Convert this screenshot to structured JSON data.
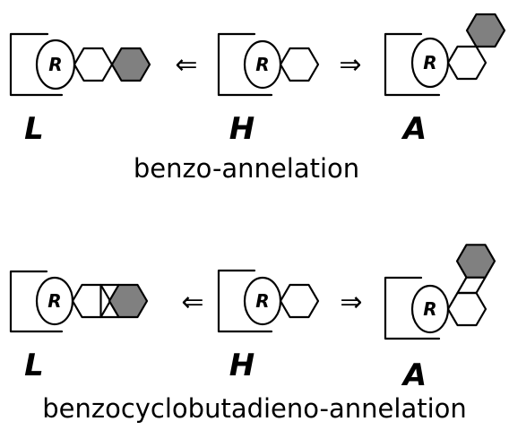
{
  "colors": {
    "stroke": "#000000",
    "shaded_ring": "#808080",
    "background": "#ffffff"
  },
  "ring_label": "R",
  "arrows": {
    "left": "⇐",
    "right": "⇒"
  },
  "rows": [
    {
      "caption": "benzo-annelation",
      "molecules": [
        {
          "label": "L"
        },
        {
          "label": "H"
        },
        {
          "label": "A"
        }
      ]
    },
    {
      "caption": "benzocyclobutadieno-annelation",
      "molecules": [
        {
          "label": "L"
        },
        {
          "label": "H"
        },
        {
          "label": "A"
        }
      ]
    }
  ]
}
